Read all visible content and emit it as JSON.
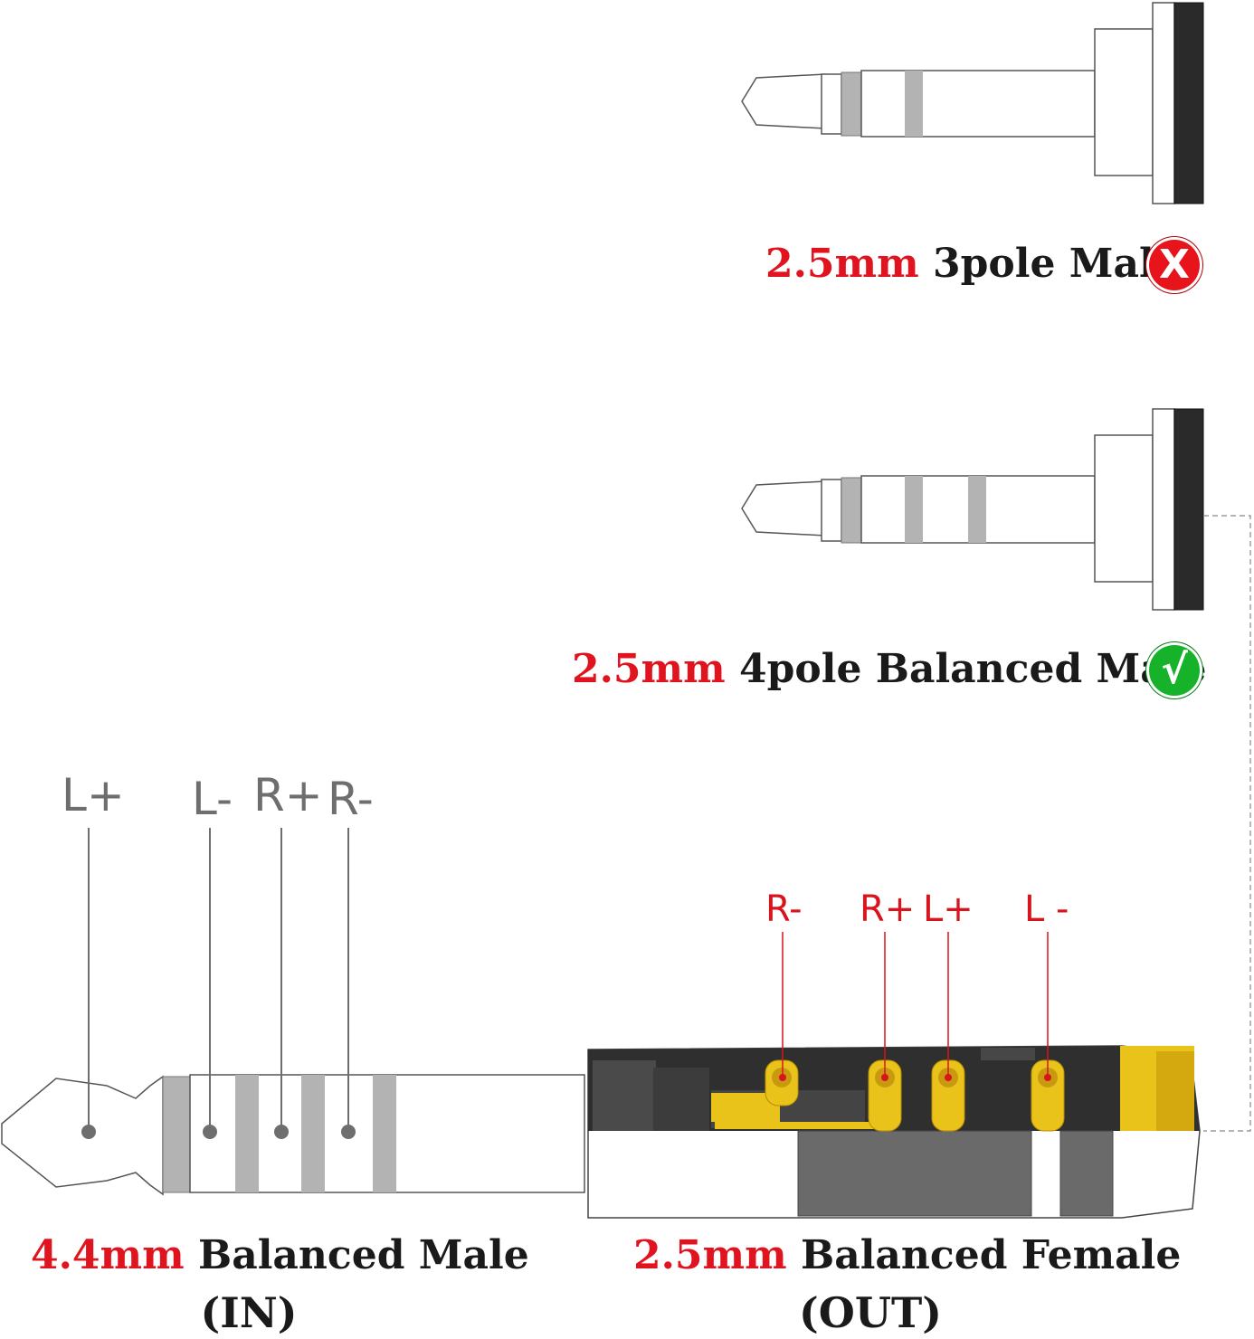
{
  "plugs": {
    "three_pole": {
      "size": "2.5mm",
      "name": "3pole Male",
      "status_icon": "x-icon",
      "status_glyph": "X",
      "status_color": "#e8141c"
    },
    "four_pole": {
      "size": "2.5mm",
      "name": "4pole Balanced Male",
      "status_icon": "check-icon",
      "status_glyph": "√",
      "status_color": "#16b32a"
    }
  },
  "male_44": {
    "size": "4.4mm",
    "name": "Balanced Male",
    "direction": "(IN)",
    "pins": [
      "L+",
      "L-",
      "R+",
      "R-"
    ]
  },
  "female_25": {
    "size": "2.5mm",
    "name": "Balanced Female",
    "direction": "(OUT)",
    "pins": [
      "R-",
      "R+",
      "L+",
      "L -"
    ]
  },
  "colors": {
    "accent_red": "#e0141e",
    "gold": "#e9c21a",
    "dark_body": "#2f2f2f",
    "ring_grey": "#b3b3b3"
  }
}
